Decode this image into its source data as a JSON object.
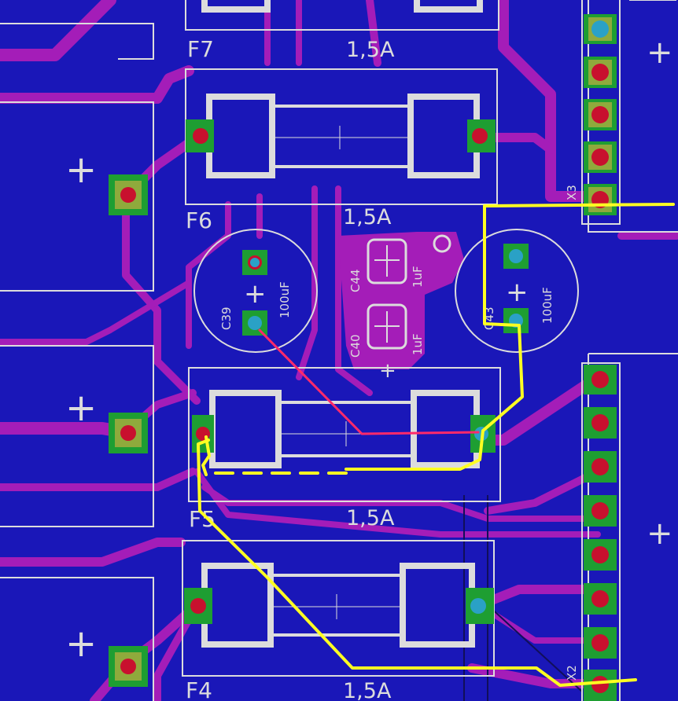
{
  "fuses": {
    "f7": {
      "ref": "F7",
      "value": "1,5A"
    },
    "f6": {
      "ref": "F6",
      "value": "1,5A"
    },
    "f5": {
      "ref": "F5",
      "value": "1,5A"
    },
    "f4": {
      "ref": "F4",
      "value": "1,5A"
    }
  },
  "capacitors": {
    "c39": {
      "ref": "C39",
      "value": "100uF"
    },
    "c43": {
      "ref": "C43",
      "value": "100uF"
    },
    "c44": {
      "ref": "C44",
      "value": "1uF"
    },
    "c40": {
      "ref": "C40",
      "value": "1uF"
    }
  },
  "connectors": {
    "x3": {
      "ref": "X3"
    },
    "x2": {
      "ref": "X2"
    }
  },
  "symbols": {
    "plus": "+"
  },
  "colors": {
    "board": "#1a17b8",
    "trace": "#a41db8",
    "silkscreen": "#dcdcdc",
    "pad": "#1e9e32",
    "drill": "#c8102e",
    "highlight_yellow": "#ffff22",
    "highlight_red": "#ff2a6a"
  }
}
